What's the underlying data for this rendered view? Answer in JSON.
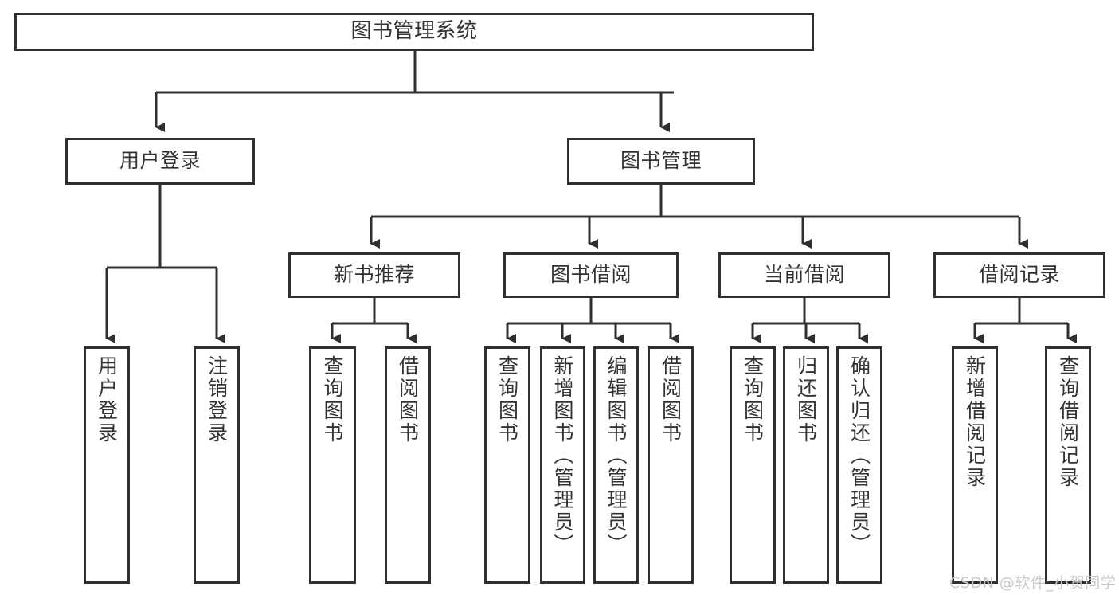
{
  "diagram": {
    "type": "tree-hierarchy",
    "orientation": "top-down",
    "stroke_color": "#2f2f2f",
    "text_color": "#333333",
    "background_color": "#ffffff"
  },
  "watermark": {
    "text": "CSDN @软件_小贺同学",
    "color": "#c9c9c9"
  },
  "nodes": {
    "root": {
      "label": "图书管理系统"
    },
    "level2": [
      {
        "label": "用户登录"
      },
      {
        "label": "图书管理"
      }
    ],
    "level3": [
      {
        "label": "新书推荐"
      },
      {
        "label": "图书借阅"
      },
      {
        "label": "当前借阅"
      },
      {
        "label": "借阅记录"
      }
    ],
    "leaves_user_login": [
      {
        "label": "用户登录"
      },
      {
        "label": "注销登录"
      }
    ],
    "leaves_new_books": [
      {
        "label": "查询图书"
      },
      {
        "label": "借阅图书"
      }
    ],
    "leaves_borrow": [
      {
        "label": "查询图书"
      },
      {
        "label": "新增图书（管理员）"
      },
      {
        "label": "编辑图书（管理员）"
      },
      {
        "label": "借阅图书"
      }
    ],
    "leaves_current": [
      {
        "label": "查询图书"
      },
      {
        "label": "归还图书"
      },
      {
        "label": "确认归还（管理员）"
      }
    ],
    "leaves_records": [
      {
        "label": "新增借阅记录"
      },
      {
        "label": "查询借阅记录"
      }
    ]
  }
}
